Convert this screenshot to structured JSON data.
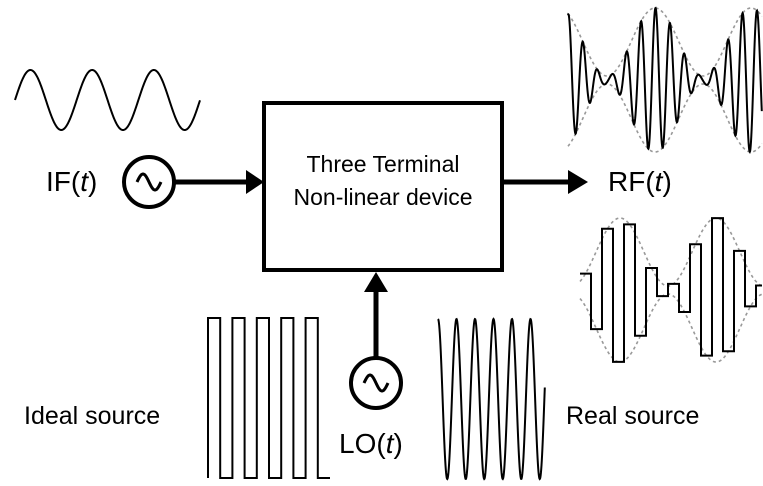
{
  "block": {
    "line1": "Three Terminal",
    "line2": "Non-linear device"
  },
  "labels": {
    "if_prefix": "IF(",
    "if_var": "t",
    "if_suffix": ")",
    "lo_prefix": "LO(",
    "lo_var": "t",
    "lo_suffix": ")",
    "rf_prefix": "RF(",
    "rf_var": "t",
    "rf_suffix": ")",
    "ideal_source": "Ideal source",
    "real_source": "Real source"
  },
  "colors": {
    "line": "#000000",
    "envelope": "#999999",
    "background": "#ffffff"
  },
  "icons": {
    "source": "ac-source-icon",
    "arrow": "arrowhead-icon"
  }
}
